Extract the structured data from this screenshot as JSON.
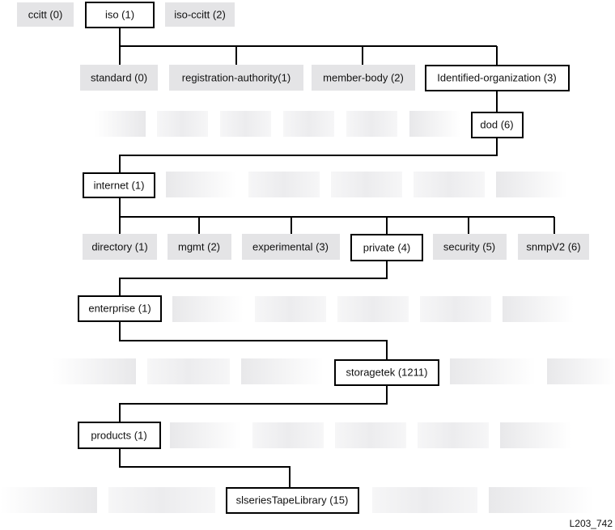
{
  "nodes": {
    "ccitt": "ccitt (0)",
    "iso": "iso (1)",
    "iso_ccitt": "iso-ccitt (2)",
    "standard": "standard (0)",
    "registration_authority": "registration-authority(1)",
    "member_body": "member-body (2)",
    "identified_organization": "Identified-organization (3)",
    "dod": "dod (6)",
    "internet": "internet (1)",
    "directory": "directory (1)",
    "mgmt": "mgmt (2)",
    "experimental": "experimental (3)",
    "private": "private (4)",
    "security": "security (5)",
    "snmpv2": "snmpV2 (6)",
    "enterprise": "enterprise (1)",
    "storagetek": "storagetek (1211)",
    "products": "products (1)",
    "slseries": "slseriesTapeLibrary (15)"
  },
  "caption": "L203_742"
}
